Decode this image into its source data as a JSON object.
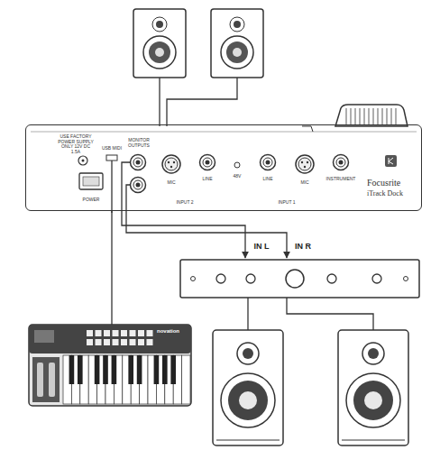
{
  "diagram": {
    "nodes": [
      {
        "text": [
          "Focusrite",
          "iTrack Dock"
        ]
      },
      {
        "text": [
          "novation"
        ]
      }
    ],
    "edges": [
      {
        "from": 1,
        "to": 0,
        "arrow": "none"
      }
    ],
    "labels": [
      "USE FACTORY POWER SUPPLY ONLY 12V DC 1.5A",
      "POWER",
      "USB MIDI",
      "MONITOR OUTPUTS",
      "MIC",
      "LINE",
      "INPUT 2",
      "48V",
      "LINE",
      "MIC",
      "INSTRUMENT",
      "INPUT 1",
      "IN L",
      "IN R"
    ]
  }
}
